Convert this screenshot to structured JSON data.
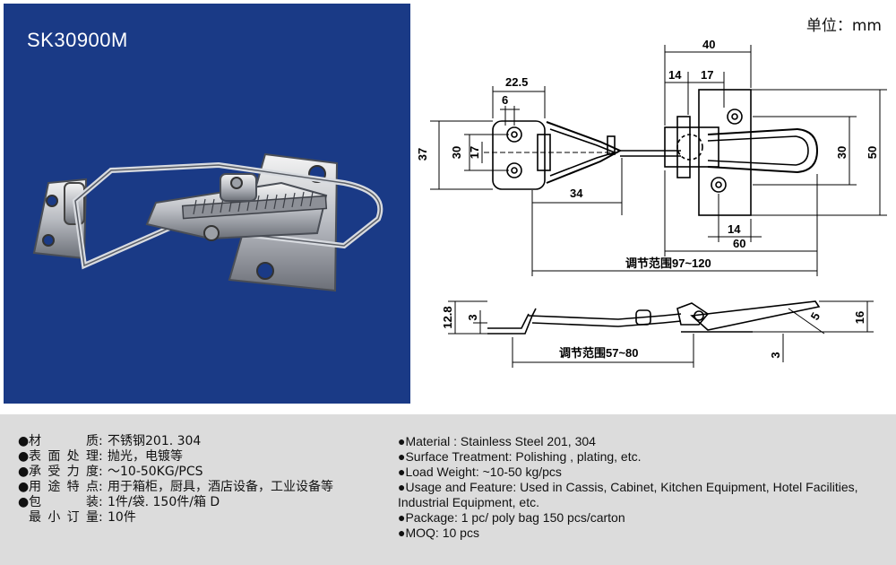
{
  "product": {
    "model": "SK30900M",
    "unit": "单位：mm"
  },
  "drawing": {
    "top_view": {
      "dim_22_5": "22.5",
      "dim_6": "6",
      "dim_37": "37",
      "dim_30_left": "30",
      "dim_17_left": "17",
      "dim_34": "34",
      "dim_40": "40",
      "dim_14_top": "14",
      "dim_17_top": "17",
      "dim_30_right": "30",
      "dim_50": "50",
      "dim_14_bottom": "14",
      "dim_60": "60",
      "range": "调节范围97~120"
    },
    "side_view": {
      "dim_12_8": "12.8",
      "dim_3_left": "3",
      "dim_5": "5",
      "dim_16": "16",
      "dim_3_bottom": "3",
      "range": "调节范围57~80"
    }
  },
  "specs_cn": [
    {
      "bullet": "●",
      "label": "材质",
      "value": "不锈钢201. 304"
    },
    {
      "bullet": "●",
      "label": "表面处理",
      "value": "抛光，电镀等"
    },
    {
      "bullet": "●",
      "label": "承受力度",
      "value": "～10-50KG/PCS"
    },
    {
      "bullet": "●",
      "label": "用途特点",
      "value": "用于箱柜，厨具，酒店设备，工业设备等"
    },
    {
      "bullet": "●",
      "label": "包装",
      "value": "1件/袋. 150件/箱 D"
    },
    {
      "bullet": "",
      "label": "最小订量",
      "value": "10件"
    }
  ],
  "specs_en": [
    {
      "bullet": "●",
      "text": "Material : Stainless Steel 201, 304"
    },
    {
      "bullet": "●",
      "text": "Surface Treatment: Polishing , plating, etc."
    },
    {
      "bullet": "●",
      "text": "Load Weight: ~10-50 kg/pcs"
    },
    {
      "bullet": "●",
      "text": "Usage and Feature: Used in Cassis, Cabinet, Kitchen Equipment, Hotel Facilities, Industrial Equipment, etc."
    },
    {
      "bullet": "●",
      "text": "Package: 1 pc/ poly bag  150 pcs/carton"
    },
    {
      "bullet": "●",
      "text": "MOQ: 10 pcs"
    }
  ]
}
